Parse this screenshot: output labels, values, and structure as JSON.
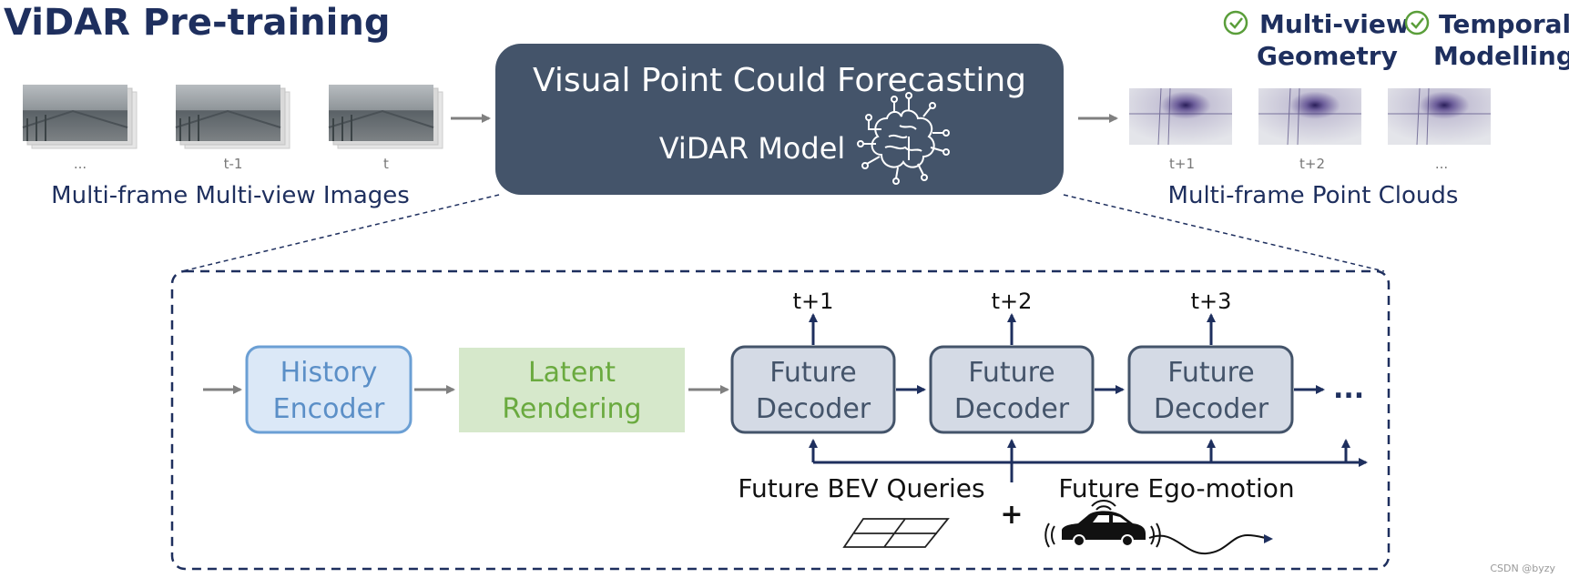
{
  "title": "ViDAR Pre-training",
  "checks": [
    {
      "line1": "Multi-view",
      "line2": "Geometry"
    },
    {
      "line1": "Temporal",
      "line2": "Modelling"
    }
  ],
  "inputs": {
    "frame_labels": [
      "...",
      "t-1",
      "t"
    ],
    "caption": "Multi-frame Multi-view Images"
  },
  "model": {
    "title": "Visual Point Could Forecasting",
    "name": "ViDAR Model"
  },
  "outputs": {
    "frame_labels": [
      "t+1",
      "t+2",
      "..."
    ],
    "caption": "Multi-frame Point Clouds"
  },
  "pipeline": {
    "history_encoder": {
      "line1": "History",
      "line2": "Encoder"
    },
    "latent_rendering": {
      "line1": "Latent",
      "line2": "Rendering"
    },
    "decoders": [
      {
        "line1": "Future",
        "line2": "Decoder",
        "output": "t+1"
      },
      {
        "line1": "Future",
        "line2": "Decoder",
        "output": "t+2"
      },
      {
        "line1": "Future",
        "line2": "Decoder",
        "output": "t+3"
      }
    ],
    "ellipsis": "...",
    "queries_label": "Future BEV Queries",
    "plus": "+",
    "ego_label": "Future Ego-motion"
  },
  "watermark": "CSDN @byzy",
  "colors": {
    "navy": "#1e2f5e",
    "model_box": "#44546a",
    "history_fill": "#dbe8f7",
    "history_stroke": "#6b9fd4",
    "history_text": "#5b8fc7",
    "latent_fill": "#d6e8cb",
    "latent_text": "#6aaa3f",
    "decoder_fill": "#d4dae5",
    "decoder_stroke": "#44546a",
    "arrow_gray": "#808080",
    "check_green": "#5a9e3a"
  }
}
